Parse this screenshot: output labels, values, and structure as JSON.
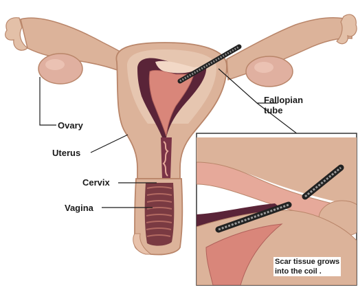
{
  "labels": {
    "fallopian_line1": "Fallopian",
    "fallopian_line2": "tube",
    "ovary": "Ovary",
    "uterus": "Uterus",
    "cervix": "Cervix",
    "vagina": "Vagina"
  },
  "inset": {
    "caption_line1": "Scar tissue grows",
    "caption_line2": "into the coil ."
  },
  "colors": {
    "tissue_outer": "#dcb39a",
    "tissue_light": "#efd6c2",
    "tissue_shadow": "#b98569",
    "cavity_dark": "#5a2438",
    "lining_pink": "#d9867a",
    "vagina_rib": "#8a4a4c",
    "coil": "#222222"
  }
}
